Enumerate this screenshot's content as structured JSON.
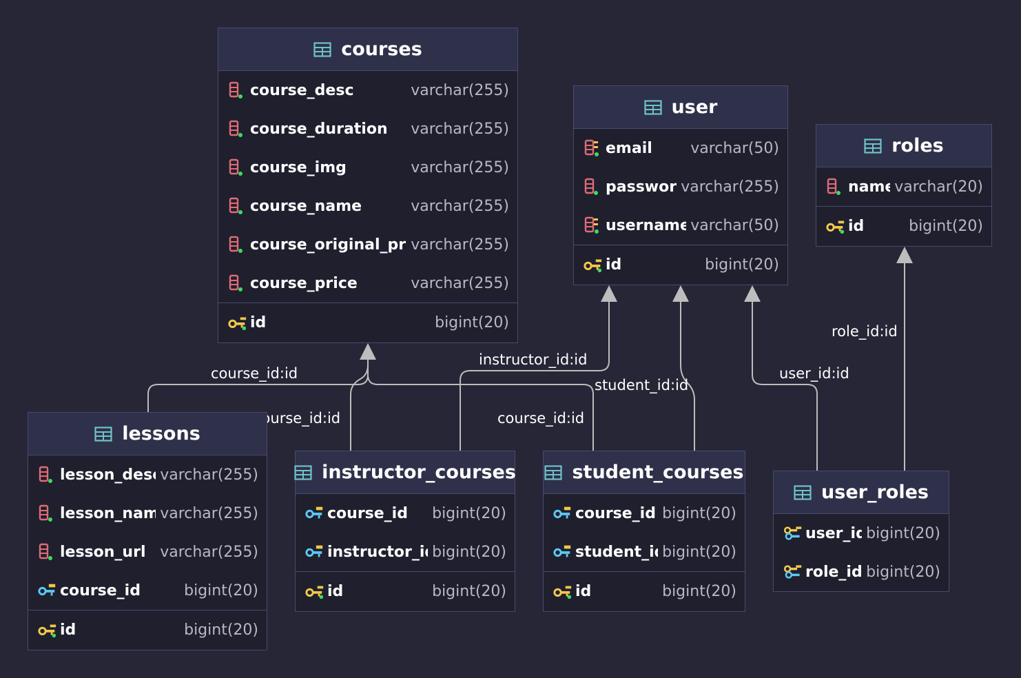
{
  "tables": {
    "courses": {
      "title": "courses",
      "columns": [
        {
          "name": "course_desc",
          "type": "varchar(255)"
        },
        {
          "name": "course_duration",
          "type": "varchar(255)"
        },
        {
          "name": "course_img",
          "type": "varchar(255)"
        },
        {
          "name": "course_name",
          "type": "varchar(255)"
        },
        {
          "name": "course_original_price",
          "type": "varchar(255)"
        },
        {
          "name": "course_price",
          "type": "varchar(255)"
        }
      ],
      "pk": {
        "name": "id",
        "type": "bigint(20)"
      }
    },
    "user": {
      "title": "user",
      "columns": [
        {
          "name": "email",
          "type": "varchar(50)"
        },
        {
          "name": "password",
          "type": "varchar(255)"
        },
        {
          "name": "username",
          "type": "varchar(50)"
        }
      ],
      "pk": {
        "name": "id",
        "type": "bigint(20)"
      }
    },
    "roles": {
      "title": "roles",
      "columns": [
        {
          "name": "name",
          "type": "varchar(20)"
        }
      ],
      "pk": {
        "name": "id",
        "type": "bigint(20)"
      }
    },
    "lessons": {
      "title": "lessons",
      "columns": [
        {
          "name": "lesson_desc",
          "type": "varchar(255)"
        },
        {
          "name": "lesson_name",
          "type": "varchar(255)"
        },
        {
          "name": "lesson_url",
          "type": "varchar(255)"
        },
        {
          "name": "course_id",
          "type": "bigint(20)"
        }
      ],
      "pk": {
        "name": "id",
        "type": "bigint(20)"
      }
    },
    "instructor_courses": {
      "title": "instructor_courses",
      "columns": [
        {
          "name": "course_id",
          "type": "bigint(20)"
        },
        {
          "name": "instructor_id",
          "type": "bigint(20)"
        }
      ],
      "pk": {
        "name": "id",
        "type": "bigint(20)"
      }
    },
    "student_courses": {
      "title": "student_courses",
      "columns": [
        {
          "name": "course_id",
          "type": "bigint(20)"
        },
        {
          "name": "student_id",
          "type": "bigint(20)"
        }
      ],
      "pk": {
        "name": "id",
        "type": "bigint(20)"
      }
    },
    "user_roles": {
      "title": "user_roles",
      "columns": [
        {
          "name": "user_id",
          "type": "bigint(20)"
        },
        {
          "name": "role_id",
          "type": "bigint(20)"
        }
      ]
    }
  },
  "relations": {
    "lessons_course": "course_id:id",
    "instructor_course": "course_id:id",
    "student_course": "course_id:id",
    "instructor_user": "instructor_id:id",
    "student_user": "student_id:id",
    "user_roles_user": "user_id:id",
    "user_roles_role": "role_id:id"
  },
  "icons": {
    "table": "table-icon",
    "column": "column-icon",
    "unique": "unique-column-icon",
    "pk": "primary-key-icon",
    "fk": "foreign-key-icon",
    "pk_fk": "primary-foreign-key-icon"
  },
  "colors": {
    "background": "#262637",
    "header": "#2f3049",
    "body": "#1f1f2e",
    "border": "#4a4a6e",
    "edge": "#bdbdbd",
    "column_icon": "#e06c75",
    "key_icon": "#f2c84b",
    "fk_icon": "#5cc8f2",
    "table_icon": "#6fc3c8"
  }
}
